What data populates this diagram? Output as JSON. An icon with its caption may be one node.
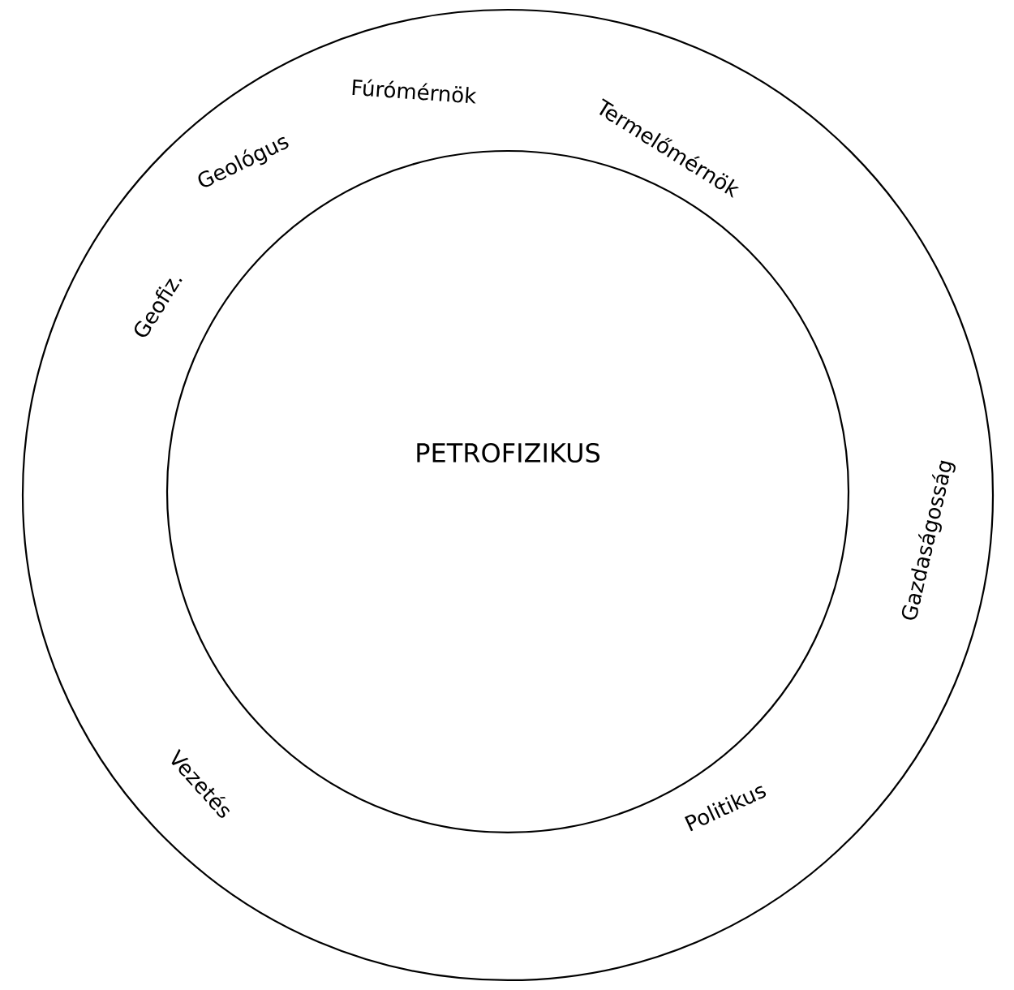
{
  "diagram": {
    "nodes": [
      {
        "text": [
          "Geofiz.",
          "Geológus",
          "Fúrómérnök",
          "Termelőmérnök",
          "Gazdaságosság",
          "Politikus",
          "Vezetés"
        ]
      },
      {
        "text": [
          "PETROFIZIKUS"
        ],
        "in": 0
      }
    ]
  }
}
